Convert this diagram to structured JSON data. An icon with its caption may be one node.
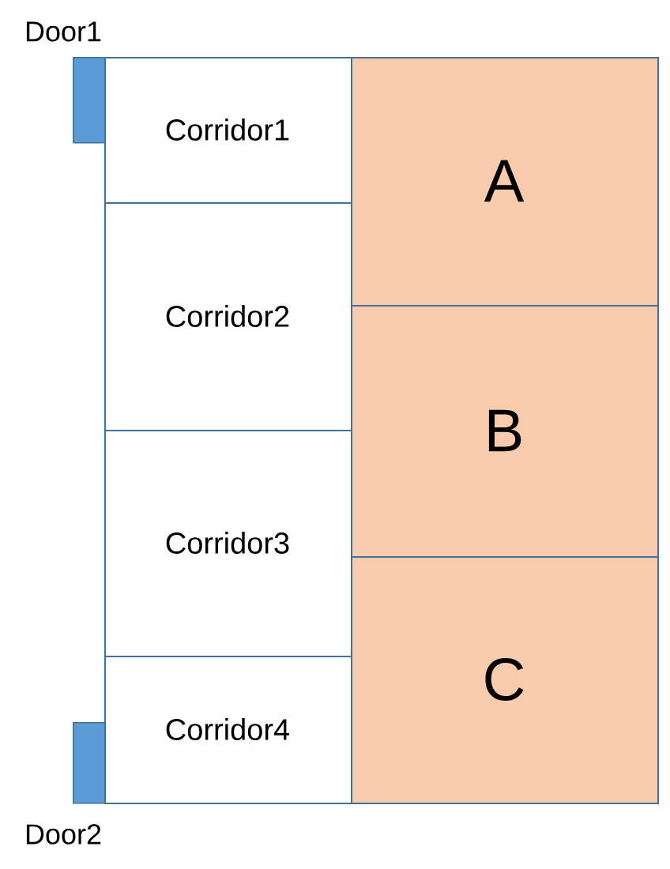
{
  "diagram": {
    "nodes": [
      {
        "text": [
          "Door1"
        ]
      },
      {
        "text": [
          "Corridor1"
        ]
      },
      {
        "text": [
          "Corridor2"
        ]
      },
      {
        "text": [
          "Corridor3"
        ]
      },
      {
        "text": [
          "Corridor4"
        ]
      },
      {
        "text": [
          "Door2"
        ]
      },
      {
        "text": [
          "A"
        ]
      },
      {
        "text": [
          "B"
        ]
      },
      {
        "text": [
          "C"
        ]
      }
    ]
  }
}
